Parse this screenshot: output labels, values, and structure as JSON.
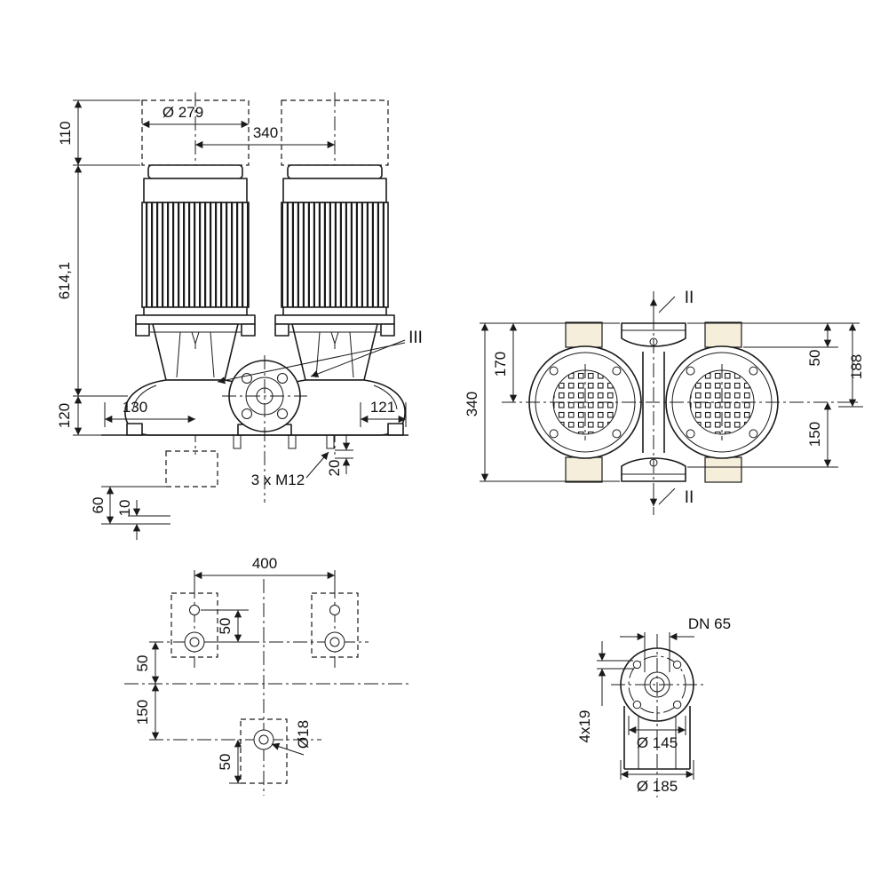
{
  "front_view": {
    "section_label": "III",
    "dims": {
      "motor_clearance": "110",
      "motor_diameter": "Ø 279",
      "motor_spacing": "340",
      "total_height": "614,1",
      "axis_to_base": "120",
      "left_to_axis": "130",
      "right_offset": "121",
      "foot_hole_offset": "20",
      "anchor_bolts": "3 x M12",
      "foundation_depth": "60",
      "grout_thickness": "10"
    }
  },
  "top_view": {
    "section_label_top": "II",
    "section_label_bottom": "II",
    "dims": {
      "overall_depth": "340",
      "axis_to_front": "170",
      "flange_to_feet": "50",
      "feet_length": "188",
      "axis_to_flange": "150"
    }
  },
  "foundation_view": {
    "dims": {
      "bolt_spacing": "400",
      "top_hole_offset": "50",
      "axis_to_top_bolts": "50",
      "axis_to_bottom_bolt": "150",
      "bottom_hole_offset": "50",
      "hole_diameter": "Ø18"
    }
  },
  "flange_view": {
    "labels": {
      "nominal_bore": "DN 65",
      "bolt_holes": "4x19",
      "bolt_circle": "Ø 145",
      "outer_diameter": "Ø 185"
    }
  },
  "colors": {
    "line": "#1a1a1a",
    "motor_foot_fill": "#f5eedb"
  }
}
